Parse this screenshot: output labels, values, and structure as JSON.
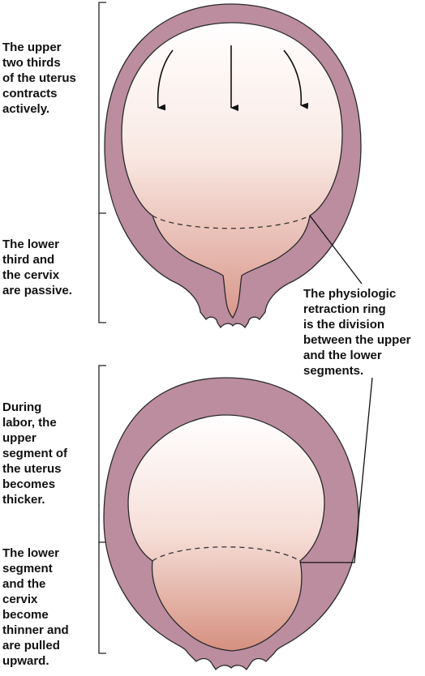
{
  "labels": {
    "upper_contracts": "The upper\ntwo thirds\nof the uterus\ncontracts\nactively.",
    "lower_passive": "The lower\nthird and\nthe cervix\nare passive.",
    "retraction_ring": "The physiologic\nretraction ring\nis the division\nbetween the upper\nand the lower\nsegments.",
    "labor_upper": "During\nlabor, the\nupper\nsegment of\nthe uterus\nbecomes\nthicker.",
    "labor_lower": "The lower\nsegment\nand the\ncervix\nbecome\nthinner and\nare pulled\nupward."
  },
  "colors": {
    "wall": "#bb8d9f",
    "wall_stroke": "#2a2a2a",
    "cavity_top": "#ffffff",
    "cavity_bottom": "#d99a8e"
  }
}
